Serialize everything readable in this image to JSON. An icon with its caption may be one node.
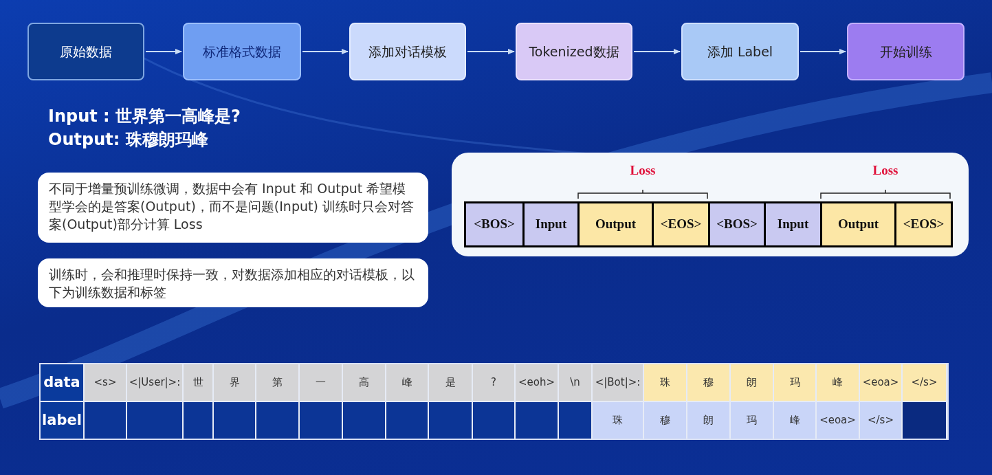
{
  "diagram": {
    "nodes": [
      {
        "text": [
          "原始数据"
        ]
      },
      {
        "text": [
          "标准格式数据"
        ]
      },
      {
        "text": [
          "添加对话模板"
        ]
      },
      {
        "text": [
          "Tokenized数据"
        ]
      },
      {
        "text": [
          "添加 Label"
        ]
      },
      {
        "text": [
          "开始训练"
        ]
      },
      {
        "text": [
          "不同于增量预训练微调，数据中会有 Input 和 Output 希望模型学会的是答案(Output)，而不是问题(Input) 训练时只会对答案(Output)部分计算 Loss"
        ]
      },
      {
        "text": [
          "训练时，会和推理时保持一致，对数据添加相应的对话模板，以下为训练数据和标签"
        ]
      },
      {
        "text": [
          "Loss",
          "Loss"
        ]
      },
      {
        "text": [
          "<BOS>"
        ],
        "in": 8
      },
      {
        "text": [
          "Input"
        ],
        "in": 8
      },
      {
        "text": [
          "Output"
        ],
        "in": 8
      },
      {
        "text": [
          "<EOS>"
        ],
        "in": 8
      },
      {
        "text": [
          "<BOS>"
        ],
        "in": 8
      },
      {
        "text": [
          "Input"
        ],
        "in": 8
      },
      {
        "text": [
          "Output"
        ],
        "in": 8
      },
      {
        "text": [
          "<EOS>"
        ],
        "in": 8
      }
    ],
    "edges": [
      {
        "from": 0,
        "to": 1,
        "arrow": "to"
      },
      {
        "from": 1,
        "to": 2,
        "arrow": "to"
      },
      {
        "from": 2,
        "to": 3,
        "arrow": "to"
      },
      {
        "from": 3,
        "to": 4,
        "arrow": "to"
      },
      {
        "from": 4,
        "to": 5,
        "arrow": "to"
      }
    ],
    "labels": [
      "Input : 世界第一高峰是?",
      "Output: 珠穆朗玛峰",
      "data",
      "<s>",
      "<|User|>:",
      "世",
      "界",
      "第",
      "一",
      "高",
      "峰",
      "是",
      "?",
      "<eoh>",
      "\\n",
      "<|Bot|>:",
      "珠",
      "穆",
      "朗",
      "玛",
      "峰",
      "<eoa>",
      "</s>",
      "label",
      "珠",
      "穆",
      "朗",
      "玛",
      "峰",
      "<eoa>",
      "</s>"
    ]
  }
}
